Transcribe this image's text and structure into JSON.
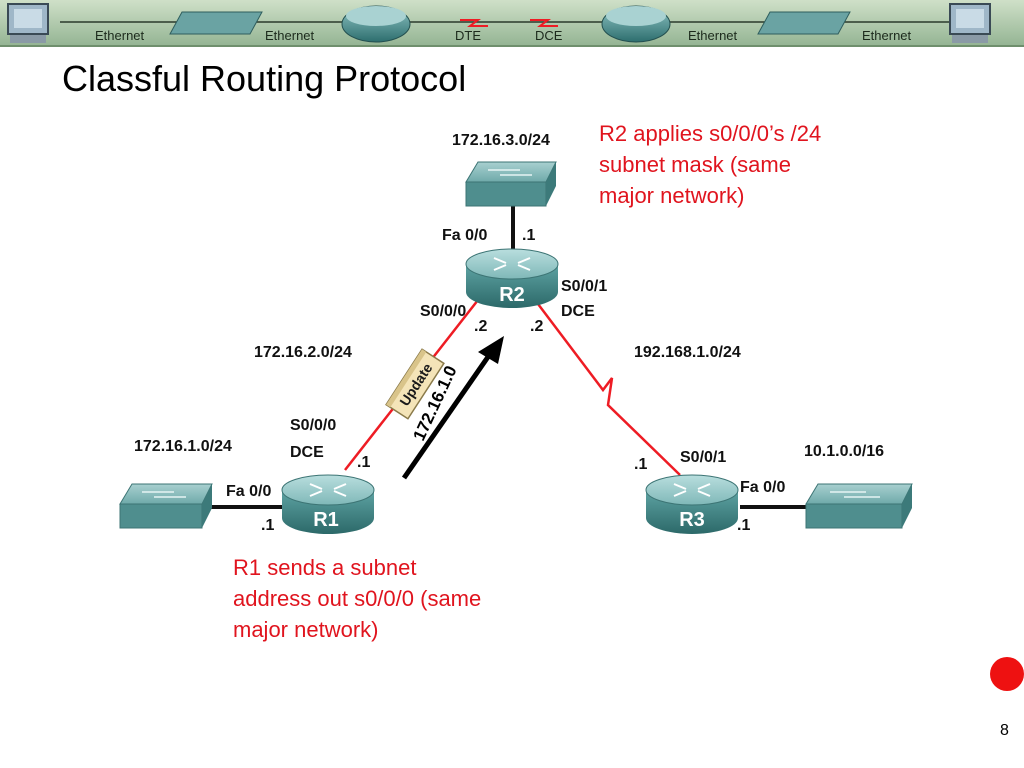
{
  "banner": {
    "labels": [
      "Ethernet",
      "Ethernet",
      "DTE",
      "DCE",
      "Ethernet",
      "Ethernet"
    ]
  },
  "slide": {
    "title": "Classful Routing Protocol",
    "page_number": "8"
  },
  "diagram": {
    "routers": {
      "r1": "R1",
      "r2": "R2",
      "r3": "R3"
    },
    "networks": {
      "r2_lan": "172.16.3.0/24",
      "r1_r2_link": "172.16.2.0/24",
      "r2_r3_link": "192.168.1.0/24",
      "r1_lan": "172.16.1.0/24",
      "r3_lan": "10.1.0.0/16"
    },
    "interfaces": {
      "r2_fa00": "Fa 0/0",
      "r2_fa00_host": ".1",
      "r2_s000": "S0/0/0",
      "r2_s000_host": ".2",
      "r2_s001": "S0/0/1",
      "r2_s001_dce": "DCE",
      "r2_s001_host": ".2",
      "r1_s000": "S0/0/0",
      "r1_s000_dce": "DCE",
      "r1_s000_host": ".1",
      "r1_fa00": "Fa 0/0",
      "r1_fa00_host": ".1",
      "r3_s001": "S0/0/1",
      "r3_s001_host": ".1",
      "r3_fa00": "Fa 0/0",
      "r3_fa00_host": ".1"
    },
    "update_packet": "Update",
    "advertised_route": "172.16.1.0"
  },
  "notes": {
    "r2_note": [
      "R2 applies s0/0/0’s /24",
      "subnet mask (same",
      "major network)"
    ],
    "r1_note": [
      "R1 sends a subnet",
      "address out s0/0/0 (same",
      "major network)"
    ]
  },
  "colors": {
    "note_red": "#e0141e",
    "link_red": "#ee1c24",
    "device_teal": "#3f8c8c",
    "banner_bg": "#a9c6a2"
  }
}
